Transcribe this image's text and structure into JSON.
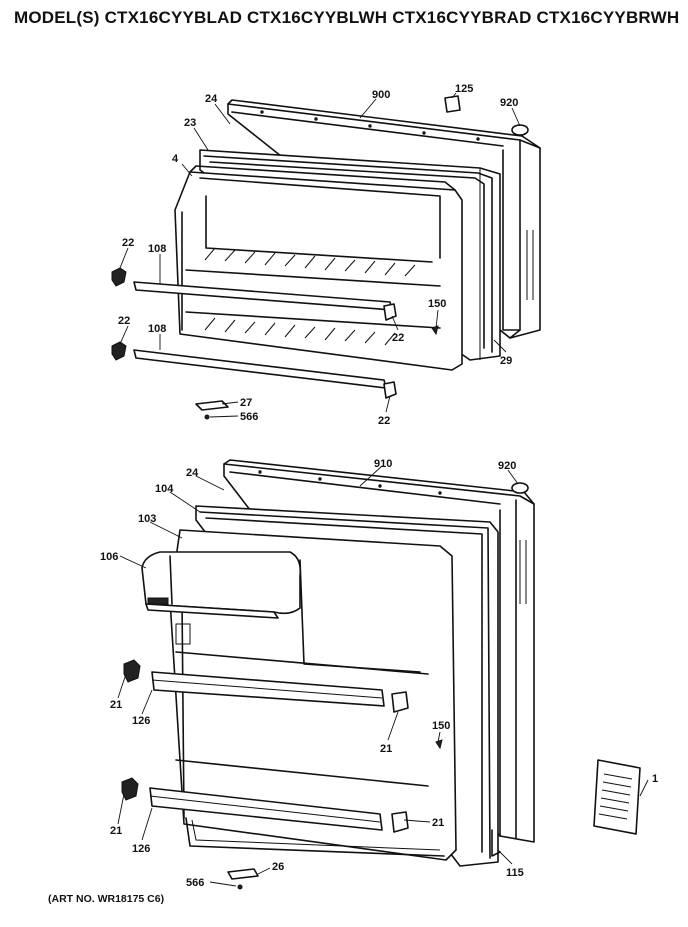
{
  "title": "MODEL(S) CTX16CYYBLAD  CTX16CYYBLWH  CTX16CYYBRAD  CTX16CYYBRWH",
  "art_number": "(ART NO. WR18175 C6)",
  "callouts": {
    "c900": "900",
    "c125": "125",
    "c920_top": "920",
    "c24_top": "24",
    "c23": "23",
    "c4": "4",
    "c22_a": "22",
    "c108_a": "108",
    "c22_b": "22",
    "c108_b": "108",
    "c150_top": "150",
    "c22_c": "22",
    "c29": "29",
    "c27": "27",
    "c566_top": "566",
    "c22_d": "22",
    "c910": "910",
    "c920_bot": "920",
    "c24_bot": "24",
    "c104": "104",
    "c103": "103",
    "c106": "106",
    "c21_a": "21",
    "c126_a": "126",
    "c150_bot": "150",
    "c21_b": "21",
    "c21_c": "21",
    "c126_b": "126",
    "c21_d": "21",
    "c1": "1",
    "c115": "115",
    "c26": "26",
    "c566_bot": "566"
  }
}
